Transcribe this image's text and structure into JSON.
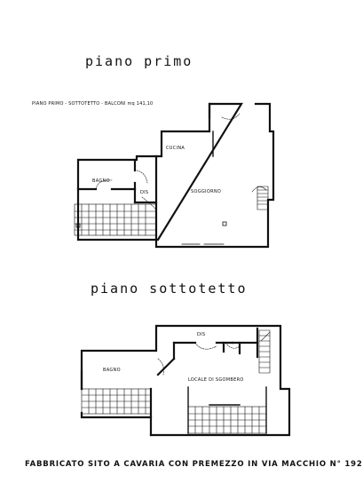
{
  "sheet": {
    "first_floor": {
      "title": "piano primo",
      "spec": "PIANO PRIMO - SOTTOTETTO - BALCONI mq 141,10",
      "rooms": {
        "kitchen": "CUCINA",
        "bath": "BAGNO",
        "dis": "DIS",
        "living": "SOGGIORNO"
      }
    },
    "attic": {
      "title": "piano sottotetto",
      "rooms": {
        "dis": "DIS",
        "bath": "BAGNO",
        "storage": "LOCALE DI SGOMBERO"
      }
    },
    "footer": "FABBRICATO SITO A CAVARIA CON PREMEZZO IN VIA MACCHIO N° 192"
  },
  "colors": {
    "ink": "#111111",
    "paper": "#ffffff"
  }
}
